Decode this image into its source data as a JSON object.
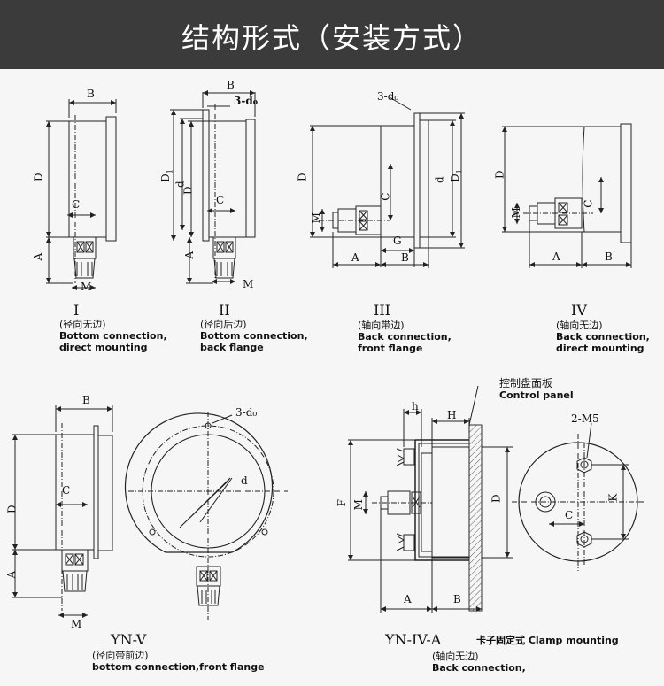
{
  "header": {
    "title": "结构形式（安装方式）"
  },
  "dims": {
    "B": "B",
    "D": "D",
    "C": "C",
    "A": "A",
    "M": "M",
    "D1": "D",
    "d": "d",
    "three_d0": "3-d₀",
    "G": "G",
    "F": "F",
    "H": "H",
    "h": "h",
    "K": "K",
    "two_M5": "2-M5",
    "sub1": "1",
    "sub0": "0"
  },
  "figures": [
    {
      "numeral": "I",
      "cn": "(径向无边)",
      "en1": "Bottom connection,",
      "en2": "direct mounting"
    },
    {
      "numeral": "II",
      "cn": "(径向后边)",
      "en1": "Bottom connection,",
      "en2": "back flange"
    },
    {
      "numeral": "III",
      "cn": "(轴向带边)",
      "en1": "Back connection,",
      "en2": "front flange"
    },
    {
      "numeral": "IV",
      "cn": "(轴向无边)",
      "en1": "Back connection,",
      "en2": "direct mounting"
    },
    {
      "numeral": "YN-V",
      "cn": "(径向带前边)",
      "en1": "bottom connection,front flange",
      "en2": ""
    },
    {
      "numeral": "YN-IV-A",
      "cn": "(轴向无边)",
      "en1": "Back connection,",
      "en2": "",
      "extra": "卡子固定式 Clamp mounting"
    }
  ],
  "control_panel": {
    "cn": "控制盘面板",
    "en": "Control panel"
  }
}
